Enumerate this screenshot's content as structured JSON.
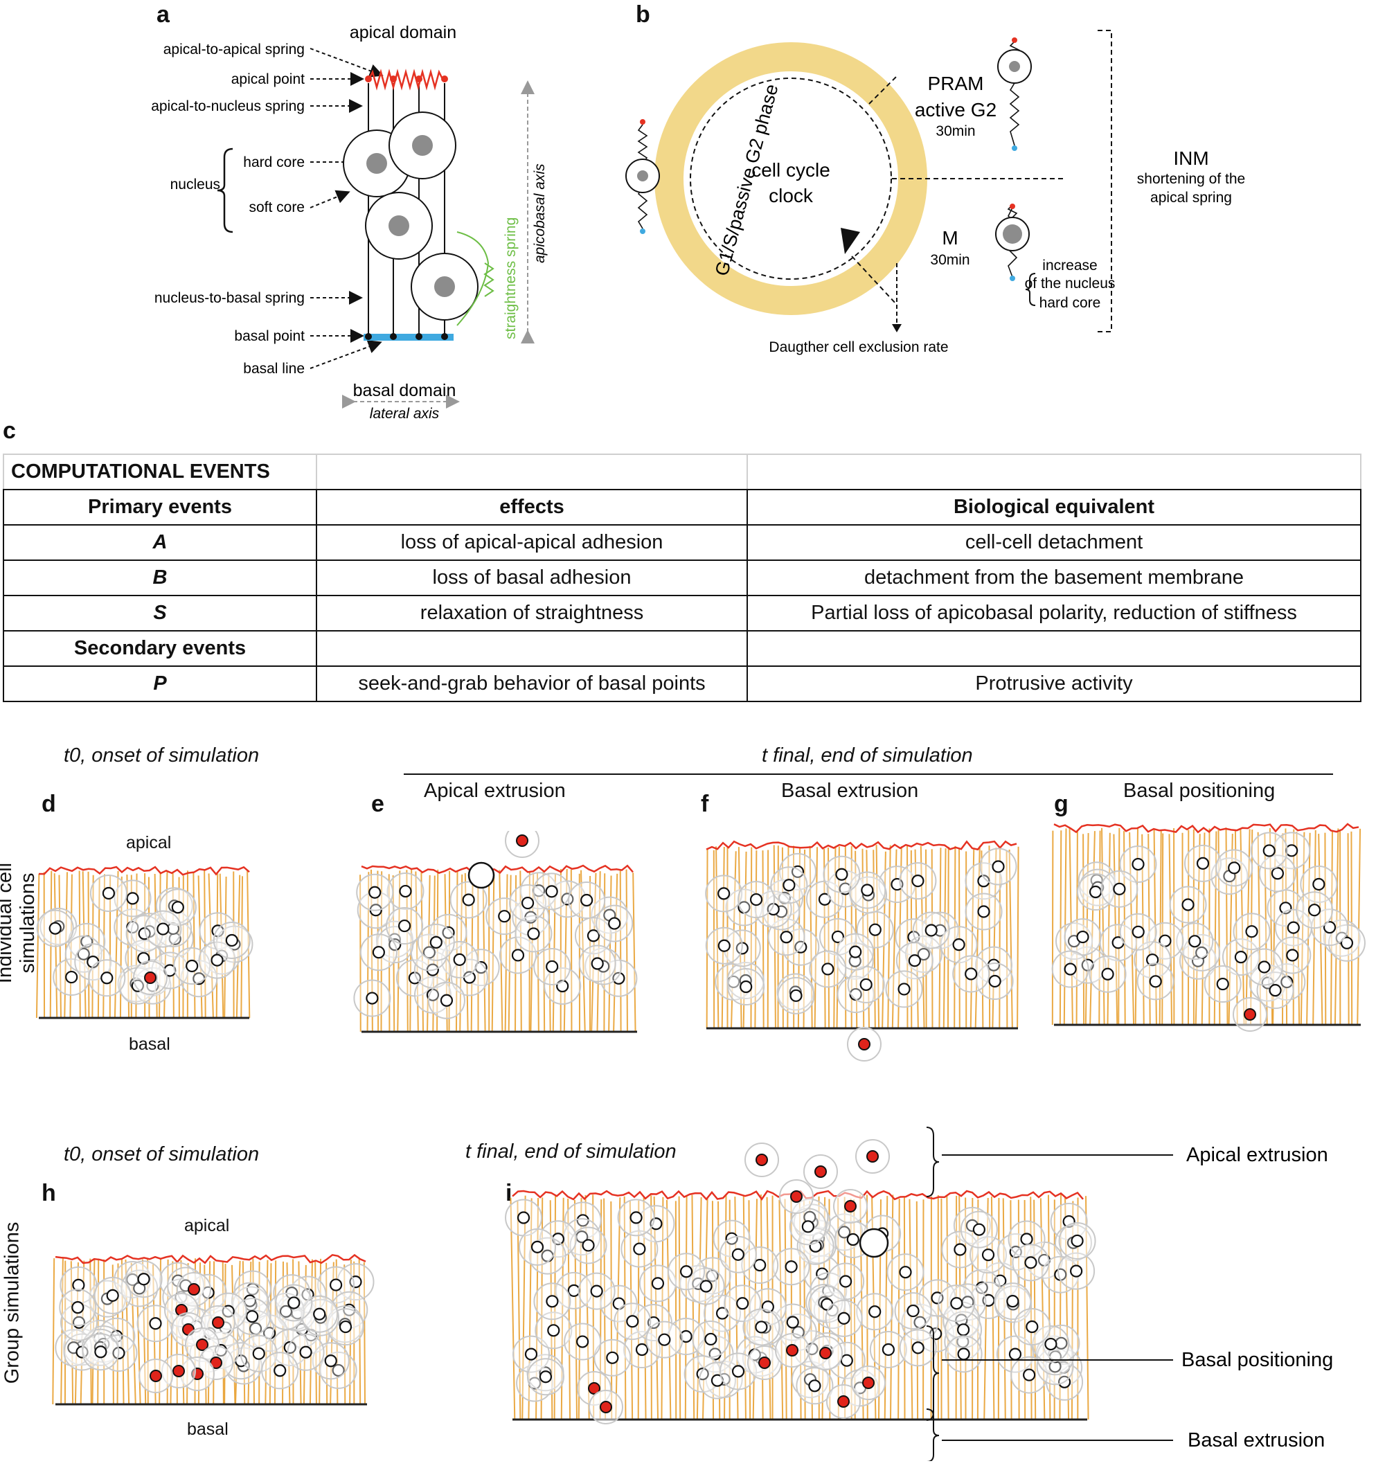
{
  "panels": {
    "a": {
      "label": "a",
      "title": "apical domain",
      "callouts": [
        "apical-to-apical spring",
        "apical point",
        "apical-to-nucleus spring",
        "hard core",
        "soft core",
        "nucleus",
        "nucleus-to-basal spring",
        "basal point",
        "basal line"
      ],
      "straightness": "straightness spring",
      "axis": "apicobasal axis",
      "basal_domain": "basal domain",
      "lateral_axis": "lateral axis"
    },
    "b": {
      "label": "b",
      "clock": [
        "cell cycle",
        "clock"
      ],
      "phase": "G1/S/passive G2 phase",
      "pram": [
        "PRAM",
        "active G2",
        "30min"
      ],
      "m": [
        "M",
        "30min"
      ],
      "inm": [
        "INM",
        "shortening of the",
        "apical spring"
      ],
      "nucleus": [
        "increase",
        "of the nucleus",
        "hard core"
      ],
      "exclusion": "Daugther cell exclusion rate"
    },
    "c": {
      "label": "c",
      "header": "COMPUTATIONAL EVENTS",
      "columns": [
        "Primary events",
        "effects",
        "Biological equivalent"
      ],
      "rows": [
        {
          "event": "A",
          "effect": "loss of apical-apical adhesion",
          "bio": "cell-cell detachment"
        },
        {
          "event": "B",
          "effect": "loss of basal adhesion",
          "bio": "detachment from the basement membrane"
        },
        {
          "event": "S",
          "effect": "relaxation of straightness",
          "bio": "Partial loss of apicobasal polarity, reduction of stiffness"
        }
      ],
      "secondary": "Secondary events",
      "secondary_rows": [
        {
          "event": "P",
          "effect": "seek-and-grab behavior of basal points",
          "bio": "Protrusive activity"
        }
      ]
    },
    "individual": {
      "side_label": "Individual cell simulations",
      "t0": "t0, onset of simulation",
      "tfinal": "t final, end of simulation",
      "d": {
        "label": "d",
        "apical": "apical",
        "basal": "basal"
      },
      "e": {
        "label": "e",
        "title": "Apical extrusion"
      },
      "f": {
        "label": "f",
        "title": "Basal extrusion"
      },
      "g": {
        "label": "g",
        "title": "Basal positioning"
      }
    },
    "group": {
      "side_label": "Group simulations",
      "t0": "t0, onset of simulation",
      "tfinal": "t final, end of simulation",
      "h": {
        "label": "h",
        "apical": "apical",
        "basal": "basal"
      },
      "i": {
        "label": "i",
        "annotations": [
          "Apical extrusion",
          "Basal positioning",
          "Basal extrusion"
        ]
      }
    }
  },
  "colors": {
    "spring_apical": "#e53222",
    "basal_line": "#3fa9e0",
    "cell_fiber": "#e8a030",
    "mutant": "#e0241b",
    "straightness": "#6dbe45",
    "clock_ring": "#f2d88a"
  }
}
